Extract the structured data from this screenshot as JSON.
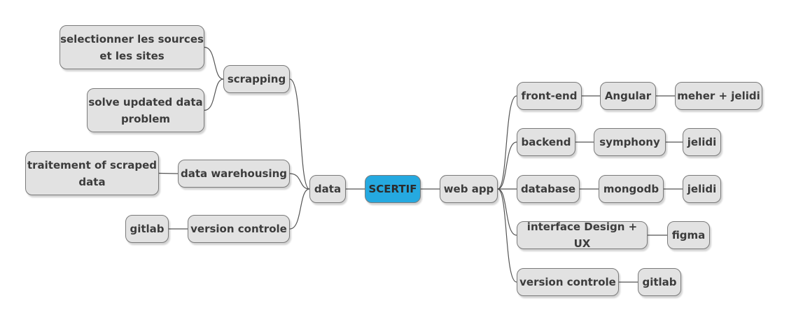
{
  "mindmap": {
    "root": {
      "id": "root",
      "label": "SCERTIF"
    },
    "nodes": [
      {
        "id": "data",
        "label": "data"
      },
      {
        "id": "scrapping",
        "label": "scrapping"
      },
      {
        "id": "sel_sources",
        "label": "selectionner les sources\net les sites"
      },
      {
        "id": "solve_updated",
        "label": "solve updated data\nproblem"
      },
      {
        "id": "warehousing",
        "label": "data warehousing"
      },
      {
        "id": "traitement",
        "label": "traitement of scraped\ndata"
      },
      {
        "id": "vc_left",
        "label": "version controle"
      },
      {
        "id": "gitlab_left",
        "label": "gitlab"
      },
      {
        "id": "webapp",
        "label": "web app"
      },
      {
        "id": "frontend",
        "label": "front-end"
      },
      {
        "id": "angular",
        "label": "Angular"
      },
      {
        "id": "meher_jelidi",
        "label": "meher + jelidi"
      },
      {
        "id": "backend",
        "label": "backend"
      },
      {
        "id": "symphony",
        "label": "symphony"
      },
      {
        "id": "jelidi_1",
        "label": "jelidi"
      },
      {
        "id": "database",
        "label": "database"
      },
      {
        "id": "mongodb",
        "label": "mongodb"
      },
      {
        "id": "jelidi_2",
        "label": "jelidi"
      },
      {
        "id": "interface",
        "label": "interface Design + UX"
      },
      {
        "id": "figma",
        "label": "figma"
      },
      {
        "id": "vc_right",
        "label": "version controle"
      },
      {
        "id": "gitlab_right",
        "label": "gitlab"
      }
    ],
    "edges": [
      [
        "root",
        "data"
      ],
      [
        "root",
        "webapp"
      ],
      [
        "data",
        "scrapping"
      ],
      [
        "data",
        "warehousing"
      ],
      [
        "data",
        "vc_left"
      ],
      [
        "scrapping",
        "sel_sources"
      ],
      [
        "scrapping",
        "solve_updated"
      ],
      [
        "warehousing",
        "traitement"
      ],
      [
        "vc_left",
        "gitlab_left"
      ],
      [
        "webapp",
        "frontend"
      ],
      [
        "webapp",
        "backend"
      ],
      [
        "webapp",
        "database"
      ],
      [
        "webapp",
        "interface"
      ],
      [
        "webapp",
        "vc_right"
      ],
      [
        "frontend",
        "angular"
      ],
      [
        "angular",
        "meher_jelidi"
      ],
      [
        "backend",
        "symphony"
      ],
      [
        "symphony",
        "jelidi_1"
      ],
      [
        "database",
        "mongodb"
      ],
      [
        "mongodb",
        "jelidi_2"
      ],
      [
        "interface",
        "figma"
      ],
      [
        "vc_right",
        "gitlab_right"
      ]
    ],
    "colors": {
      "node_fill": "#e2e2e2",
      "root_fill": "#25a9e0",
      "edge": "#555555",
      "border": "#7a7a7a",
      "text": "#3c3c3c"
    }
  }
}
